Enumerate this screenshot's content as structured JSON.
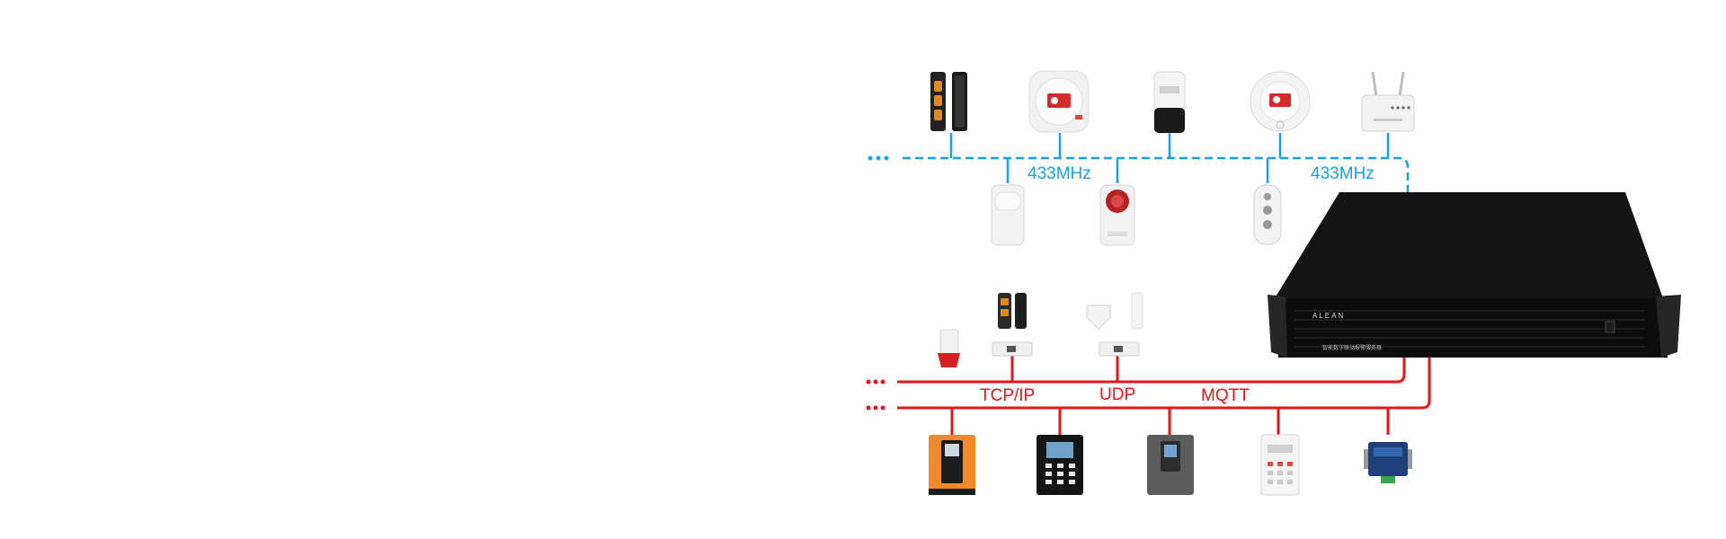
{
  "wireless": {
    "labels": [
      "433MHz",
      "433MHz"
    ],
    "color": "#1aa0e6",
    "top_devices": [
      "beam-detector",
      "smoke-detector",
      "pir-wall-detector",
      "smoke-detector-round",
      "wireless-receiver"
    ],
    "bottom_devices": [
      "pir-detector",
      "strobe-siren",
      "remote-keyfob"
    ]
  },
  "wired": {
    "protocols": [
      "TCP/IP",
      "UDP",
      "MQTT"
    ],
    "color": "#e8151b",
    "upper_devices": [
      "siren-with-module",
      "beam-with-module",
      "glassbreak-with-module"
    ],
    "lower_devices": [
      "orange-access-panel",
      "keypad-reader",
      "grey-panel",
      "alarm-keypad",
      "network-converter"
    ]
  },
  "host": {
    "brand": "ALEAN",
    "model_text": "智能数字联动报警服务器",
    "color": "#111111"
  }
}
